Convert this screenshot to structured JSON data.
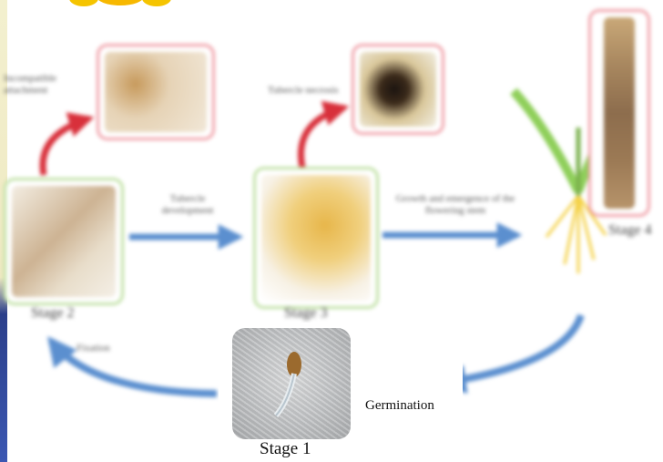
{
  "diagram": {
    "labels": {
      "incompatible": "Incompatible attachment",
      "tubercle_necrosis": "Tubercle necrosis",
      "tubercle_development": "Tubercle development",
      "growth_emergence": "Growth and emergence of the flowering stem",
      "fixation": "Fixation"
    },
    "stages": {
      "stage1": "Stage 1",
      "stage2": "Stage 2",
      "stage3": "Stage 3",
      "stage4": "Stage 4"
    },
    "germination": "Germination"
  },
  "colors": {
    "arrow_blue": "#5b8fcf",
    "arrow_red": "#d8303b",
    "box_green": "#bfe0a2",
    "box_red": "#f0a0a8"
  }
}
